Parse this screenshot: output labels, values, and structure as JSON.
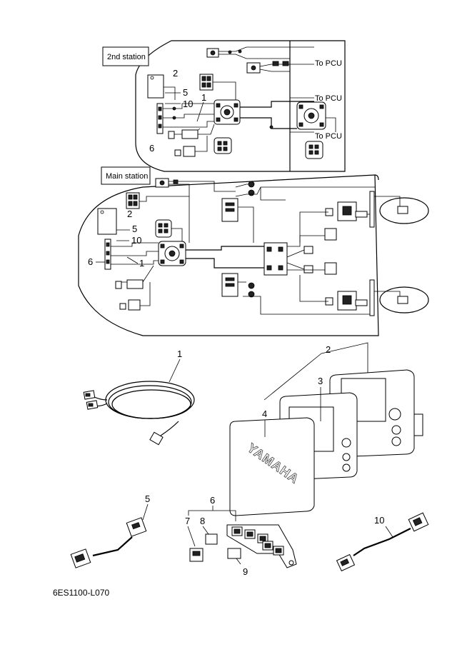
{
  "diagram": {
    "station_labels": {
      "second": "2nd station",
      "main": "Main station"
    },
    "pcu_labels": [
      "To PCU",
      "To PCU",
      "To PCU"
    ],
    "part_numbers": {
      "p1": "1",
      "p2": "2",
      "p3": "3",
      "p4": "4",
      "p5": "5",
      "p6": "6",
      "p7": "7",
      "p8": "8",
      "p9": "9",
      "p10": "10"
    },
    "display_brand": "YAMAHA",
    "drawing_code": "6ES1100-L070"
  }
}
